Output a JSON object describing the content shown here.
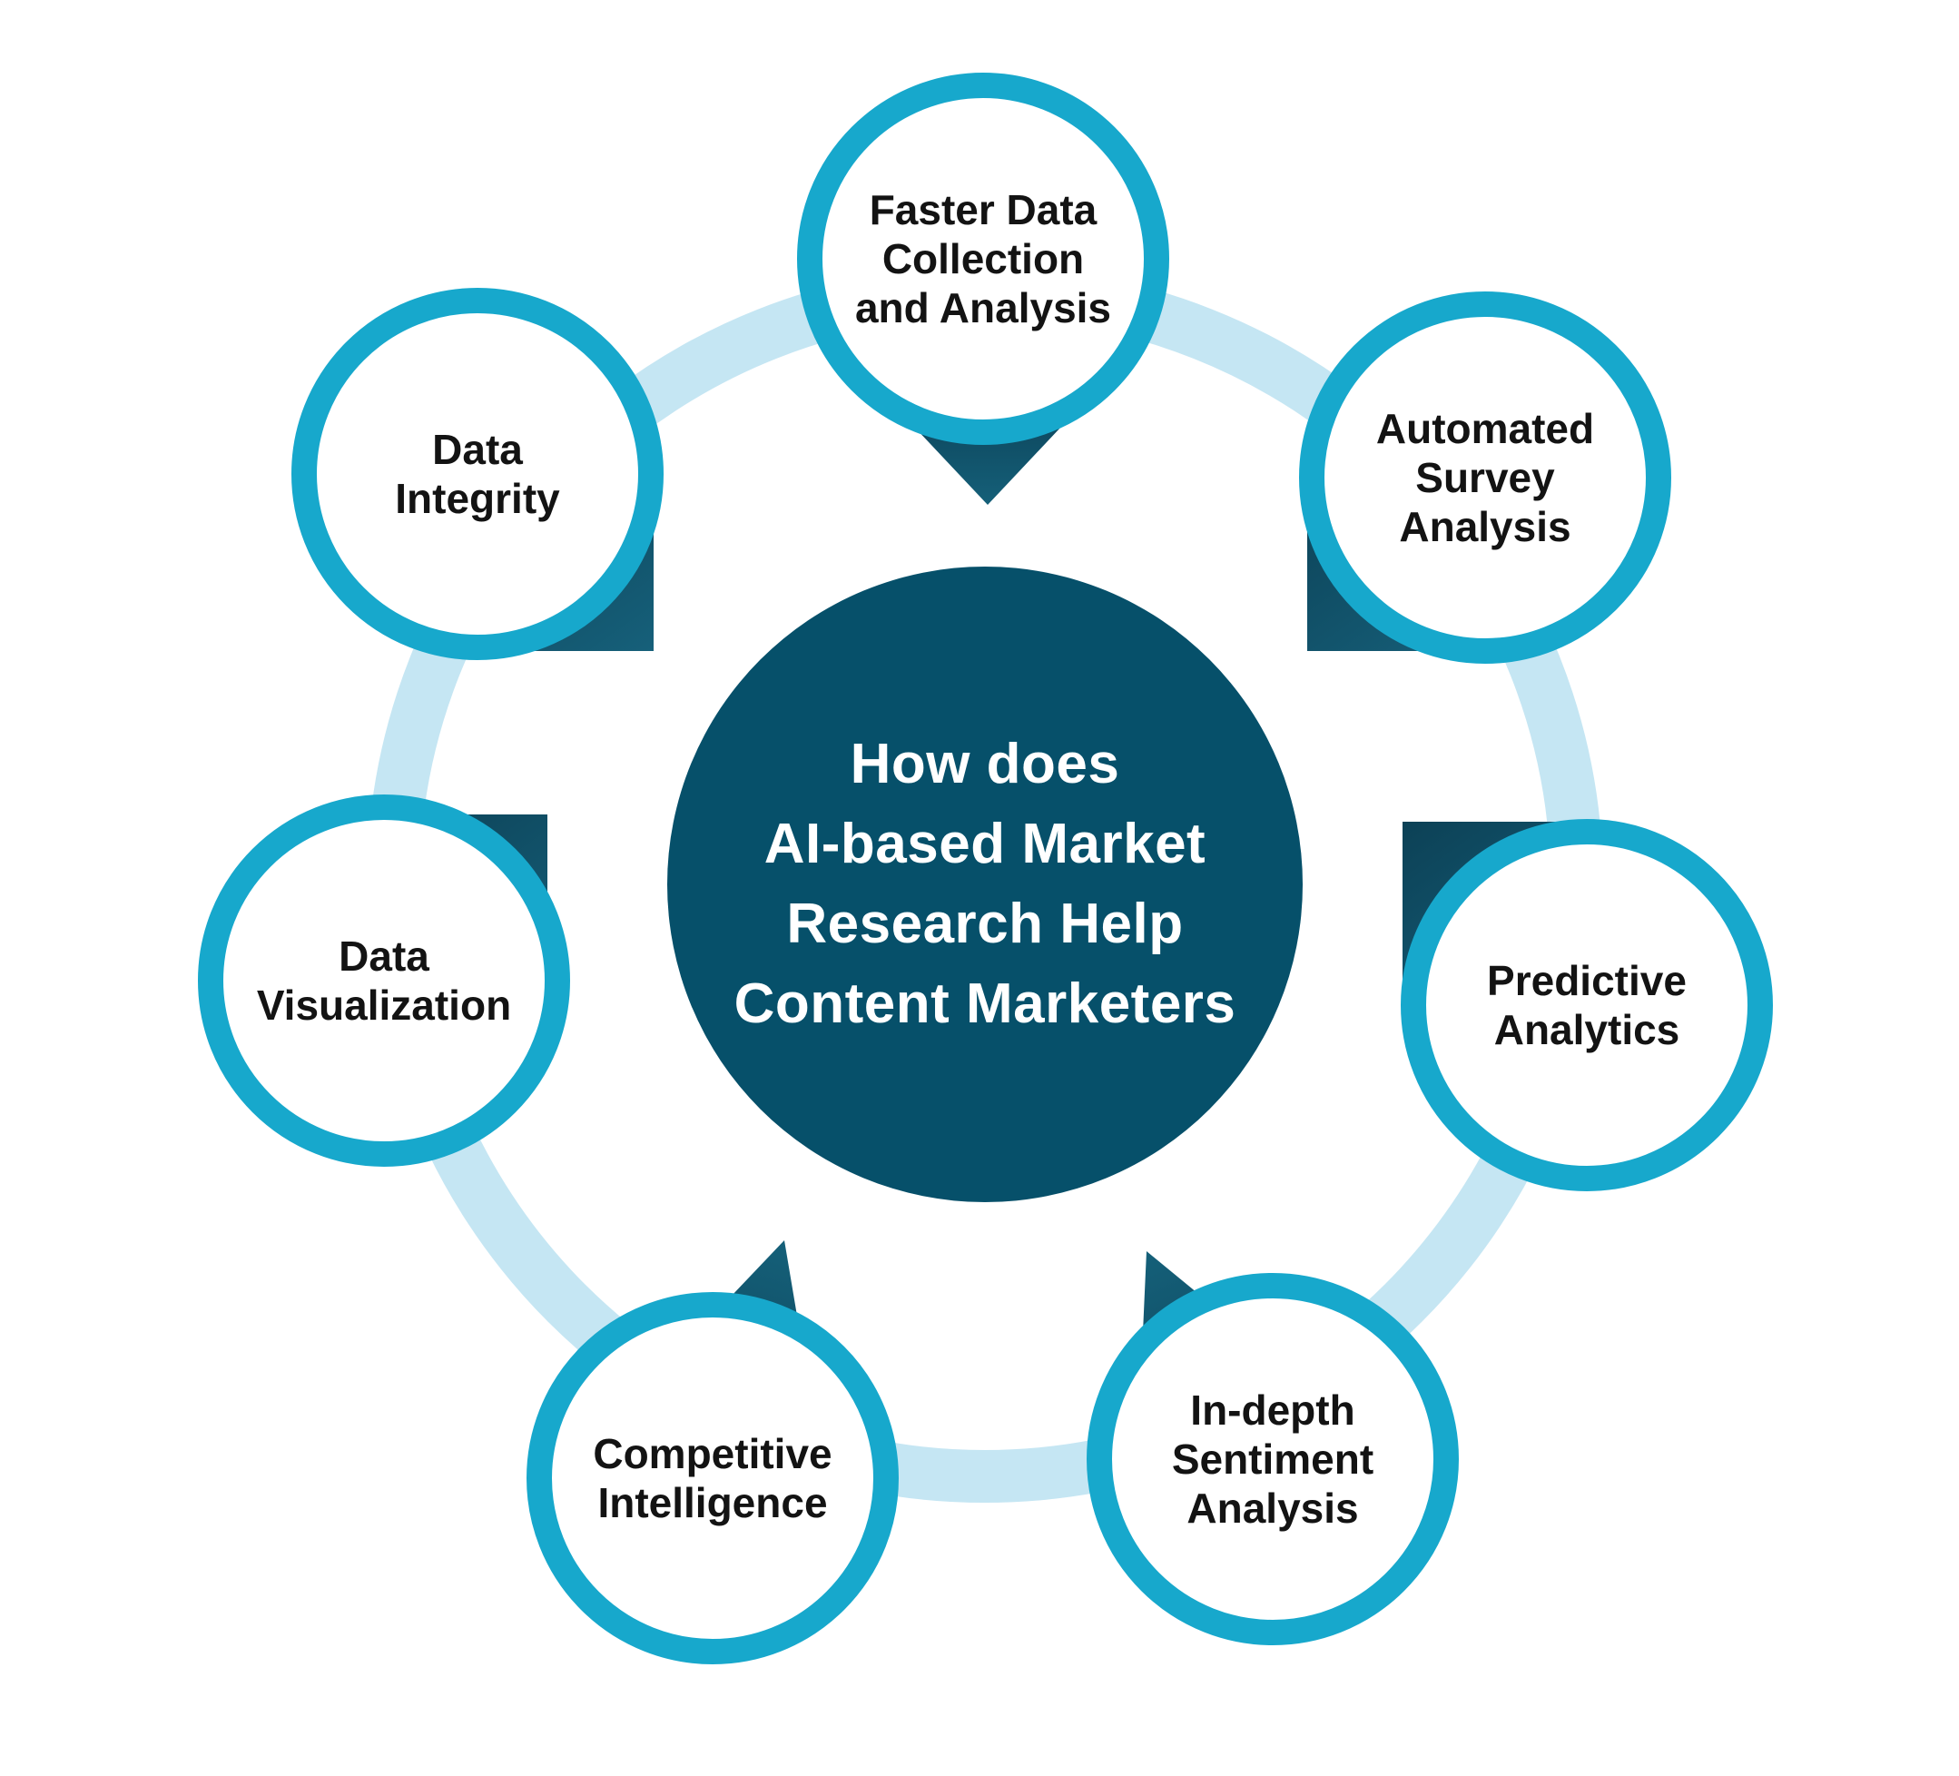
{
  "diagram": {
    "center": {
      "title": "How does\nAI-based Market\nResearch Help\nContent Marketers"
    },
    "satellites": [
      {
        "id": "faster-data-collection",
        "label": "Faster Data\nCollection\nand Analysis"
      },
      {
        "id": "automated-survey-analysis",
        "label": "Automated\nSurvey\nAnalysis"
      },
      {
        "id": "predictive-analytics",
        "label": "Predictive\nAnalytics"
      },
      {
        "id": "in-depth-sentiment-analysis",
        "label": "In-depth\nSentiment\nAnalysis"
      },
      {
        "id": "competitive-intelligence",
        "label": "Competitive\nIntelligence"
      },
      {
        "id": "data-visualization",
        "label": "Data\nVisualization"
      },
      {
        "id": "data-integrity",
        "label": "Data\nIntegrity"
      }
    ],
    "colors": {
      "node_border_cyan": "#17a8cc",
      "node_fill": "#ffffff",
      "connector_ring_light_blue": "#c5e6f3",
      "center_circle_teal": "#06506a",
      "pointer_dark_teal": "#0c4156",
      "node_text": "#131313",
      "center_text": "#ffffff",
      "background": "#ffffff"
    }
  }
}
